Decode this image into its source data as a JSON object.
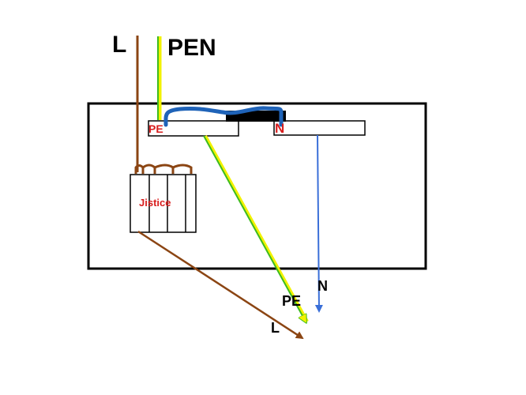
{
  "labels": {
    "l_incoming": "L",
    "pen_incoming": "PEN",
    "pe_bar": "PE",
    "n_bar": "N",
    "breakers": "Jistice",
    "n_out": "N",
    "pe_out": "PE",
    "l_out": "L"
  },
  "colors": {
    "phase_wire": "#8b4513",
    "pe_wire_green": "#3dbb1f",
    "pe_wire_yellow": "#f2f200",
    "n_wire": "#3a6fd8",
    "bridge": "#1f63b8",
    "label_red": "#d81e1e",
    "outline": "#000000"
  }
}
